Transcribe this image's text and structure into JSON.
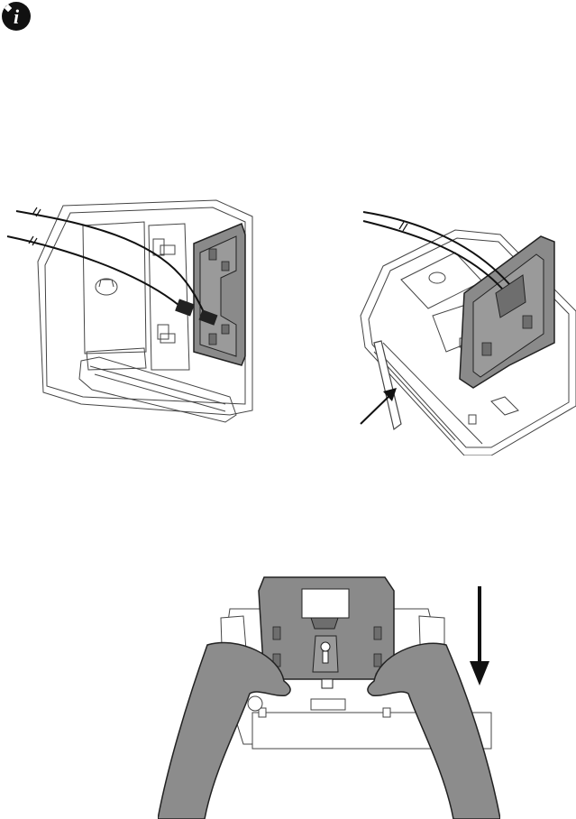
{
  "page": {
    "note_icon": "info-note-icon",
    "figures": [
      {
        "id": "fig-cords-connected",
        "icons": [
          "telephone-base-icon",
          "telephone-line-cord-icon",
          "power-adapter-cord-icon",
          "wall-mount-bracket-icon"
        ]
      },
      {
        "id": "fig-bracket-mounted",
        "icons": [
          "telephone-base-icon",
          "wall-mount-bracket-icon",
          "pointer-arrow-icon"
        ]
      },
      {
        "id": "fig-bracket-slide-down",
        "icons": [
          "wall-mount-bracket-icon",
          "hands-icon",
          "down-arrow-icon"
        ]
      }
    ]
  },
  "colors": {
    "line": "#1a1a1a",
    "bracket": "#8a8a8a",
    "bracket_dark": "#6e6e6e",
    "hands": "#8c8c8c",
    "base_outline": "#444444"
  }
}
